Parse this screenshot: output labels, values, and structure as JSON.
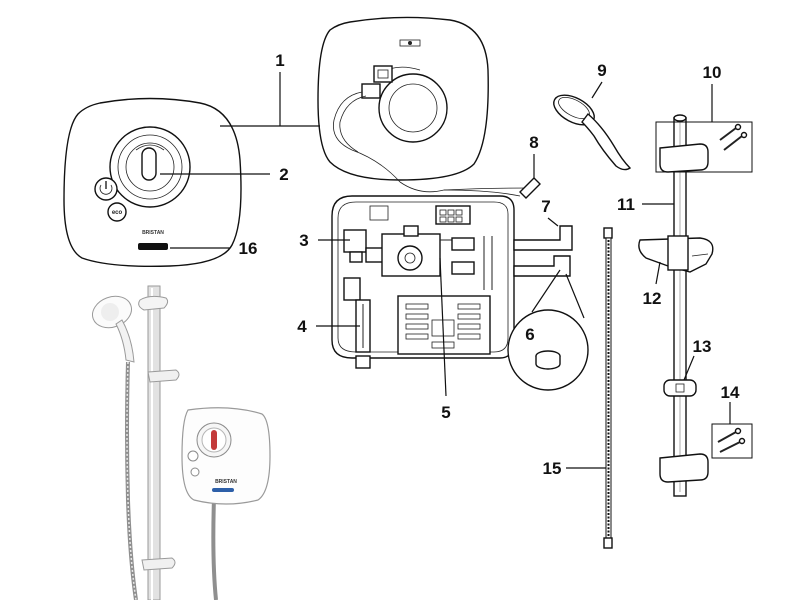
{
  "diagram": {
    "callouts": {
      "c1": "1",
      "c2": "2",
      "c3": "3",
      "c4": "4",
      "c5": "5",
      "c6": "6",
      "c7": "7",
      "c8": "8",
      "c9": "9",
      "c10": "10",
      "c11": "11",
      "c12": "12",
      "c13": "13",
      "c14": "14",
      "c15": "15",
      "c16": "16"
    },
    "front_cover": {
      "brand": "BRISTAN",
      "eco_label": "eco"
    },
    "product_photo": {
      "brand": "BRISTAN"
    }
  }
}
